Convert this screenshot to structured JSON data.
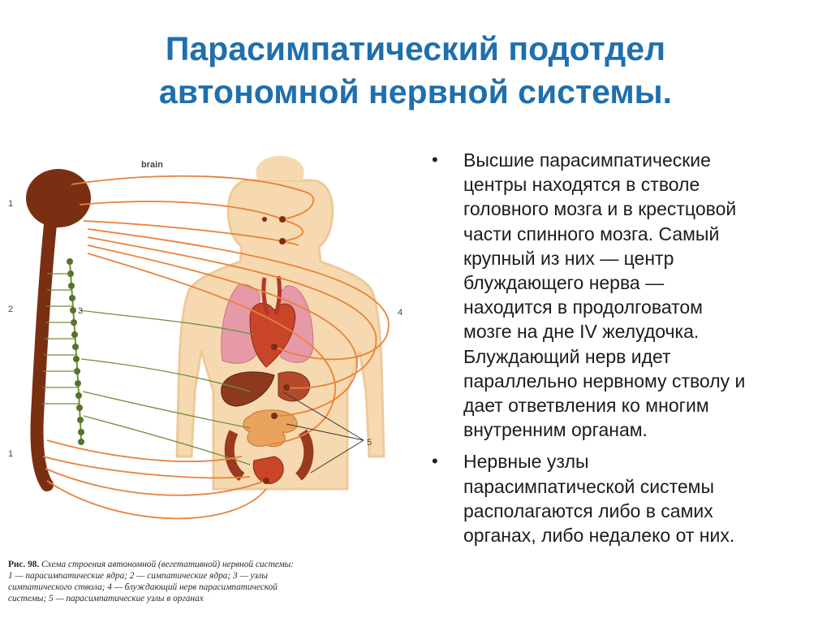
{
  "slide": {
    "title_line1": "Парасимпатический подотдел",
    "title_line2": "автономной нервной системы."
  },
  "bullets": [
    {
      "lines": [
        "Высшие парасимпатические",
        "центры находятся в стволе",
        "головного мозга и в крестцовой",
        "части спинного мозга. Самый",
        "крупный из них — центр",
        "блуждающего нерва —",
        "находится в продолговатом",
        "мозге на дне IV желудочка.",
        "Блуждающий нерв идет",
        "параллельно нервному стволу и",
        "дает ответвления ко многим",
        "внутренним органам."
      ]
    },
    {
      "lines": [
        "Нервные узлы",
        "парасимпатической системы",
        "располагаются либо в самих",
        "органах, либо недалеко от них."
      ]
    }
  ],
  "figure": {
    "label_brain": "brain",
    "label_1a": "1",
    "label_1b": "1",
    "label_2": "2",
    "label_3": "3",
    "label_4": "4",
    "label_5": "5",
    "caption_line1_prefix": "Рис. 98.",
    "caption_line1": " Схема строения автономной (вегетативной) нервной системы:",
    "caption_line2": "1 — парасимпатические ядра; 2 — симпатические ядра; 3 — узлы",
    "caption_line3": "симпатического ствола; 4 — блуждающий нерв парасимпатической",
    "caption_line4": "системы; 5 — парасимпатические узлы в органах"
  },
  "colors": {
    "title": "#1f6fad",
    "nerve": "#e8823a",
    "sympathetic": "#6f8f3a",
    "spine": "#7a2e12",
    "body": "#f6d9b0",
    "organ_red": "#c8452a",
    "lung": "#e69aa8"
  }
}
